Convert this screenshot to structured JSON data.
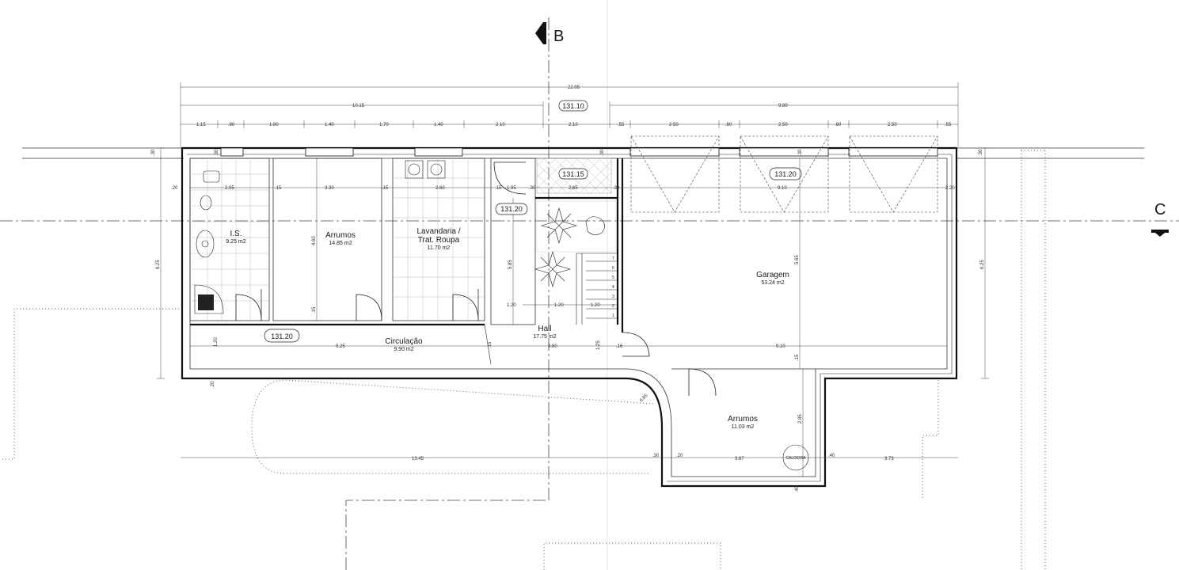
{
  "section_marks": {
    "b": "B",
    "c": "C"
  },
  "rooms": {
    "is": {
      "name": "I.S.",
      "area": "9.25 m2"
    },
    "arrumos1": {
      "name": "Arrumos",
      "area": "14.85 m2"
    },
    "lavandaria_line1": "Lavandaria /",
    "lavandaria_line2": "Trat. Roupa",
    "lavandaria_area": "11.70 m2",
    "circulacao": {
      "name": "Circulação",
      "area": "9.90 m2"
    },
    "hall": {
      "name": "Hall",
      "area": "17.75 m2"
    },
    "garagem": {
      "name": "Garagem",
      "area": "53.24 m2"
    },
    "arrumos2": {
      "name": "Arrumos",
      "area": "11.03 m2"
    },
    "caldeira": "CALDEIRA"
  },
  "tags": {
    "t1": "131.10",
    "t2": "131.15",
    "t3": "131.20",
    "t4": "131.20",
    "t5": "131.20"
  },
  "dims": {
    "total": "22.05",
    "left_total": "10.15",
    "right_total": "9.80",
    "top": [
      "1.15",
      ".80",
      "1.80",
      "1.40",
      "1.70",
      "1.40",
      "2.10",
      "2.10",
      ".55",
      "2.50",
      ".80",
      "2.50",
      ".80",
      "2.50",
      ".55"
    ],
    "wall_20": ".20",
    "wall_15": ".15",
    "wall_30": ".30",
    "is_w": "2.05",
    "arr_w": "3.30",
    "lav_w": "2.60",
    "hall_a": "1.95",
    "hall_b": "2.65",
    "gar_w": "9.10",
    "gar_w2": "9.10",
    "gar_r": "2.20",
    "left_h": "6.25",
    "right_h": "6.25",
    "circ_w": "9.25",
    "circ_h": "1.20",
    "arr_h": "4.60",
    "hall_h": "5.85",
    "gar_h": "5.65",
    "stair_1": "1.20",
    "stair_2": "1.20",
    "hall_w": "3.60",
    "hall_v": "1.25",
    "wall_16": ".16",
    "bottom_left": "13.45",
    "bottom_mid": "3.67",
    "bottom_right": "3.73",
    "arr2_h": "2.85",
    "w40": ".40",
    "curve": "6.85",
    "steps": [
      "1",
      "2",
      "3",
      "4",
      "5",
      "6",
      "7"
    ]
  }
}
